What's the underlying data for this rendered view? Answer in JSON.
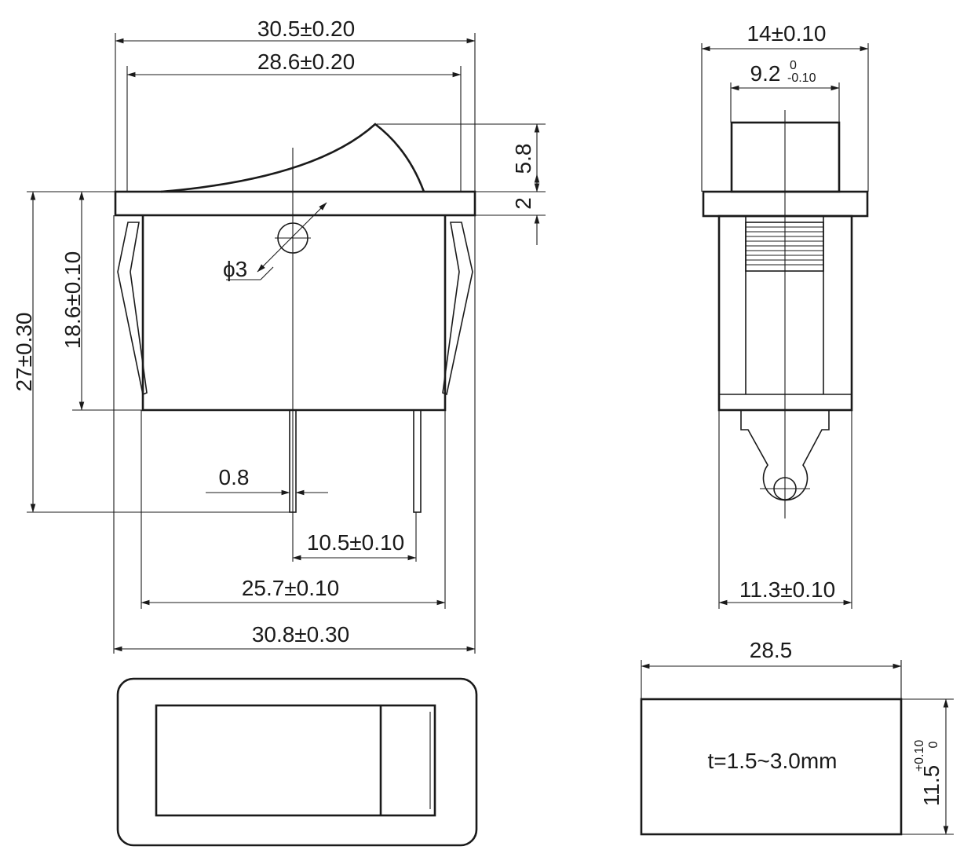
{
  "front_view": {
    "overall_width": "30.5±0.20",
    "cap_width": "28.6±0.20",
    "rocker_height": "5.8",
    "flange_thickness": "2",
    "hole_diameter": "ϕ3",
    "total_height": "27±0.30",
    "body_height": "18.6±0.10",
    "terminal_thickness": "0.8",
    "terminal_pitch": "10.5±0.10",
    "body_width": "25.7±0.10",
    "clip_width": "30.8±0.30"
  },
  "side_view": {
    "flange_depth": "14±0.10",
    "rocker_depth_main": "9.2",
    "rocker_depth_tol_upper": "0",
    "rocker_depth_tol_lower": "-0.10",
    "body_depth": "11.3±0.10"
  },
  "panel_cutout": {
    "width": "28.5",
    "height_main": "11.5",
    "height_tol_upper": "+0.10",
    "height_tol_lower": "0",
    "panel_thickness": "t=1.5~3.0mm"
  }
}
